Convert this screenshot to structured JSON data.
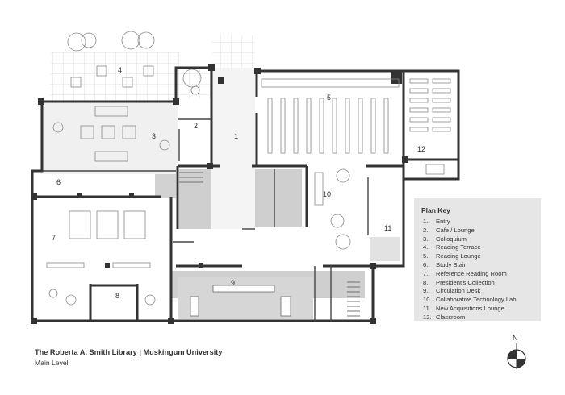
{
  "plan_key": {
    "title": "Plan Key",
    "items": [
      {
        "num": "1.",
        "label": "Entry"
      },
      {
        "num": "2.",
        "label": "Cafe / Lounge"
      },
      {
        "num": "3.",
        "label": "Colloquium"
      },
      {
        "num": "4.",
        "label": "Reading Terrace"
      },
      {
        "num": "5.",
        "label": "Reading Lounge"
      },
      {
        "num": "6.",
        "label": "Study Stair"
      },
      {
        "num": "7.",
        "label": "Reference Reading Room"
      },
      {
        "num": "8.",
        "label": "President's Collection"
      },
      {
        "num": "9.",
        "label": "Circulation Desk"
      },
      {
        "num": "10.",
        "label": "Collaborative Technology Lab"
      },
      {
        "num": "11.",
        "label": "New Acquisitions Lounge"
      },
      {
        "num": "12.",
        "label": "Classroom"
      }
    ]
  },
  "room_labels": [
    "1",
    "2",
    "3",
    "4",
    "5",
    "6",
    "7",
    "8",
    "9",
    "10",
    "11",
    "12"
  ],
  "caption": {
    "title": "The Roberta A. Smith Library | Muskingum University",
    "subtitle": "Main Level"
  },
  "north_label": "N",
  "colors": {
    "wall": "#333333",
    "shade": "#cfcfcf",
    "shade_light": "#e9e9e9",
    "key_bg": "#e6e6e6",
    "text": "#333333"
  }
}
